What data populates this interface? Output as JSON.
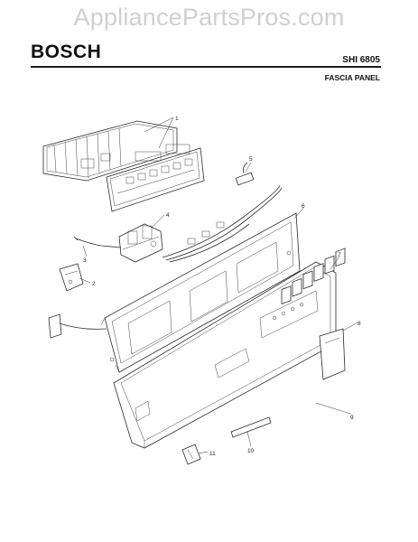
{
  "watermark": "AppliancePartsPros.com",
  "header": {
    "brand": "BOSCH",
    "model": "SHI 6805",
    "section_title": "FASCIA PANEL"
  },
  "callouts": [
    "1",
    "2",
    "3",
    "4",
    "5",
    "6",
    "7",
    "8",
    "9",
    "10",
    "11"
  ]
}
